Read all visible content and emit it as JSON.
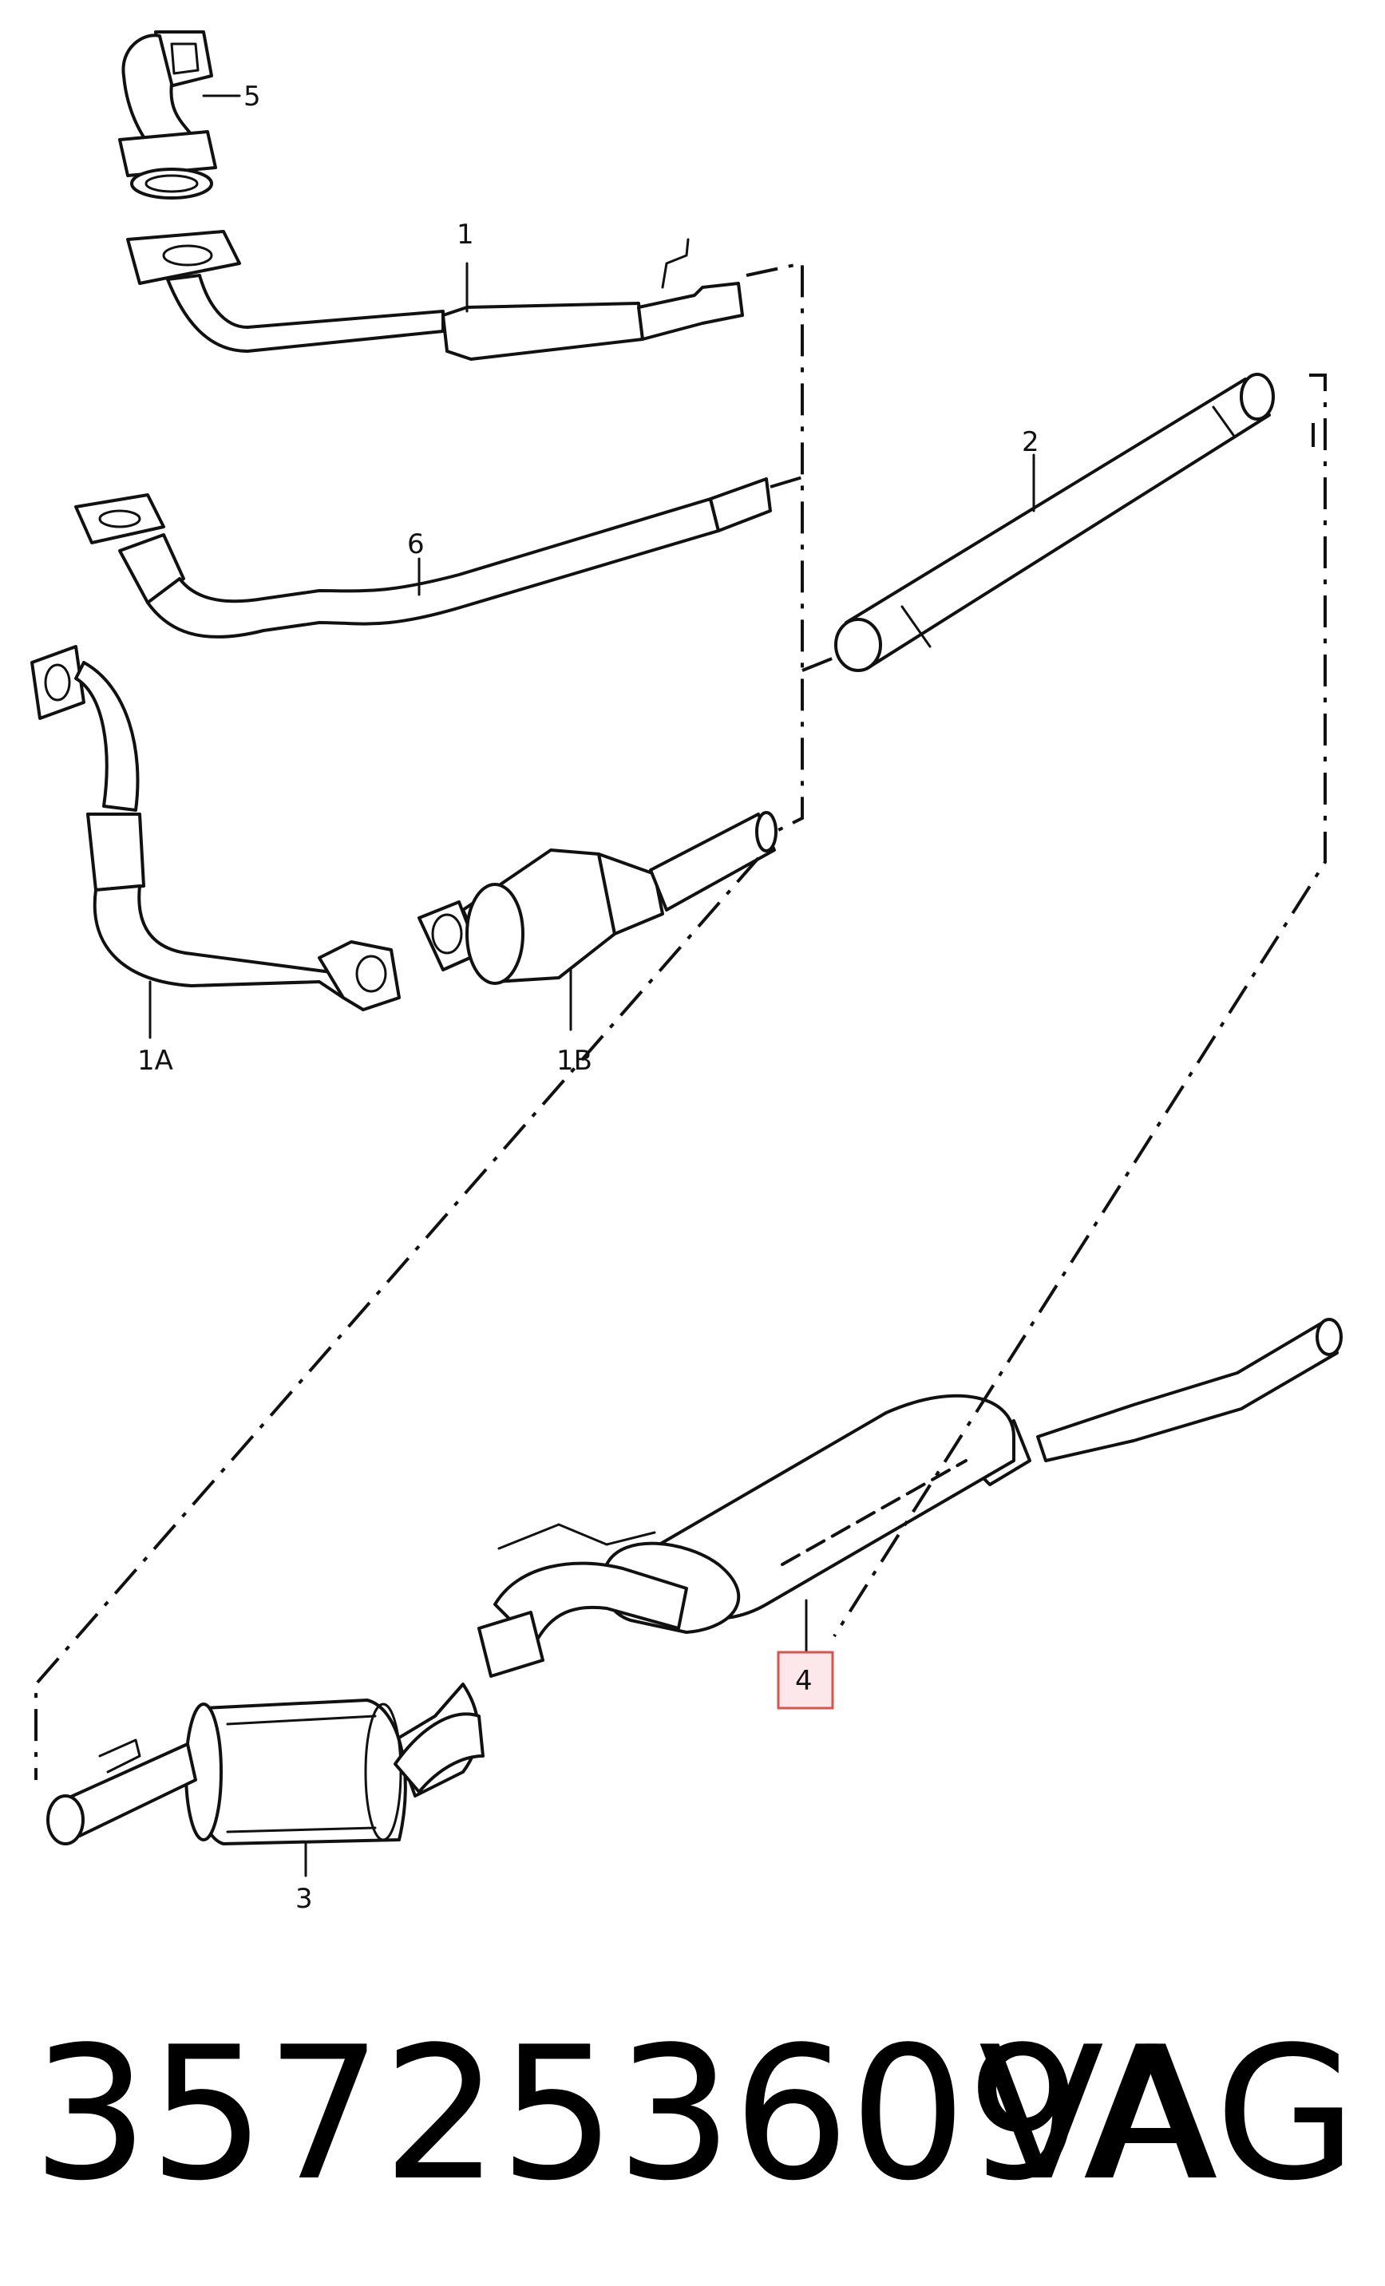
{
  "callouts": {
    "c1": "1",
    "c2": "2",
    "c3": "3",
    "c4": "4",
    "c5": "5",
    "c6": "6",
    "c1a": "1A",
    "c1b": "1B"
  },
  "highlight": {
    "callout": "4",
    "color": "#d9534f"
  },
  "footer": {
    "part_number": "357253609A",
    "brand": "VAG"
  }
}
